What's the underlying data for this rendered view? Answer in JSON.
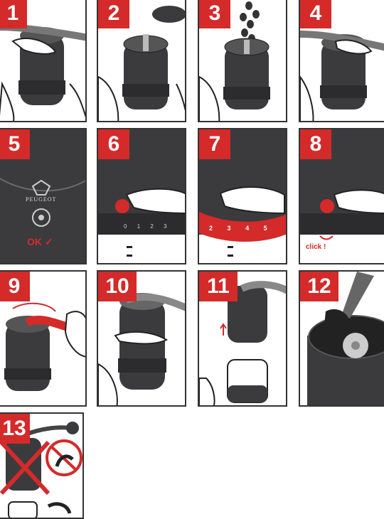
{
  "steps": [
    {
      "number": "1"
    },
    {
      "number": "2"
    },
    {
      "number": "3"
    },
    {
      "number": "4"
    },
    {
      "number": "5"
    },
    {
      "number": "6"
    },
    {
      "number": "7"
    },
    {
      "number": "8"
    },
    {
      "number": "9"
    },
    {
      "number": "10"
    },
    {
      "number": "11"
    },
    {
      "number": "12"
    },
    {
      "number": "13"
    }
  ],
  "labels": {
    "brand": "PEUGEOT",
    "ok": "OK ✓",
    "click": "click !",
    "dial_digits": [
      "0",
      "1",
      "2",
      "3",
      "4",
      "5"
    ]
  },
  "colors": {
    "accent": "#d42a2a",
    "body": "#3b3b3d",
    "outline": "#222222",
    "background": "#ffffff"
  },
  "icons": [
    "grinder-icon",
    "hand-icon",
    "brush-icon",
    "coffee-bean-icon",
    "no-dishwasher-icon"
  ]
}
